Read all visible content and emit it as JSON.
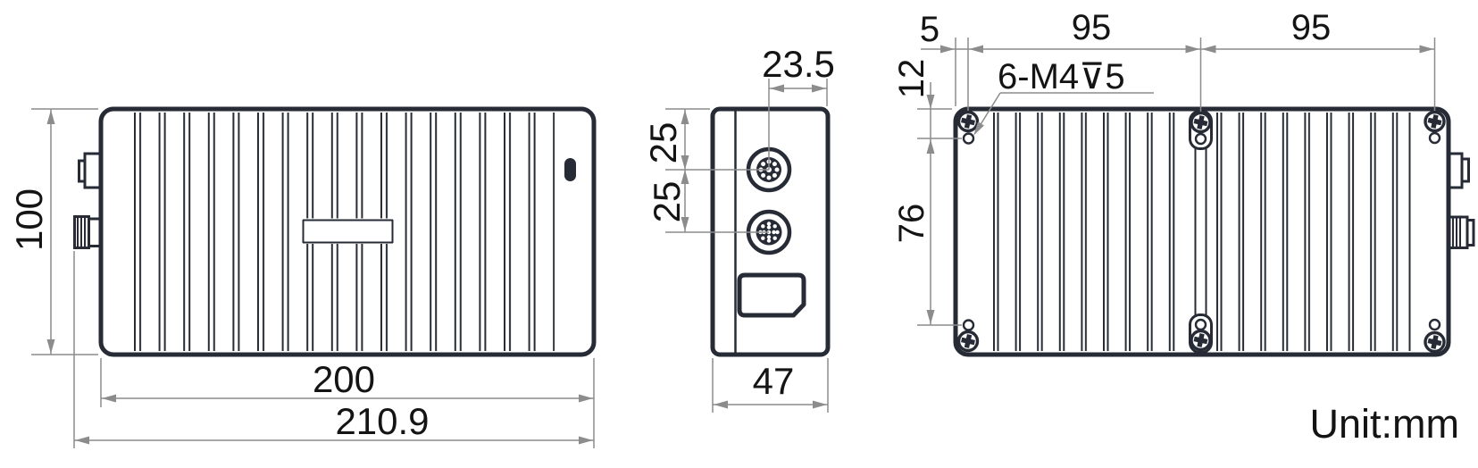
{
  "colors": {
    "outline": "#262b35",
    "dim": "#8c8c8c",
    "txt": "#141414",
    "bg": "#ffffff"
  },
  "drawing": {
    "unit_label": "Unit:mm",
    "front_view": {
      "height": "100",
      "fin_section_width": "200",
      "overall_width": "210.9"
    },
    "side_view": {
      "connector_to_edge": "23.5",
      "connector_spacing_upper": "25",
      "connector_spacing_lower": "25",
      "depth": "47"
    },
    "back_view": {
      "hole_edge_offset": "5",
      "hole_pitch_left": "95",
      "hole_pitch_right": "95",
      "hole_top_offset": "12",
      "hole_row_spacing": "76",
      "thread_callout": "6-M4⊽5"
    }
  }
}
